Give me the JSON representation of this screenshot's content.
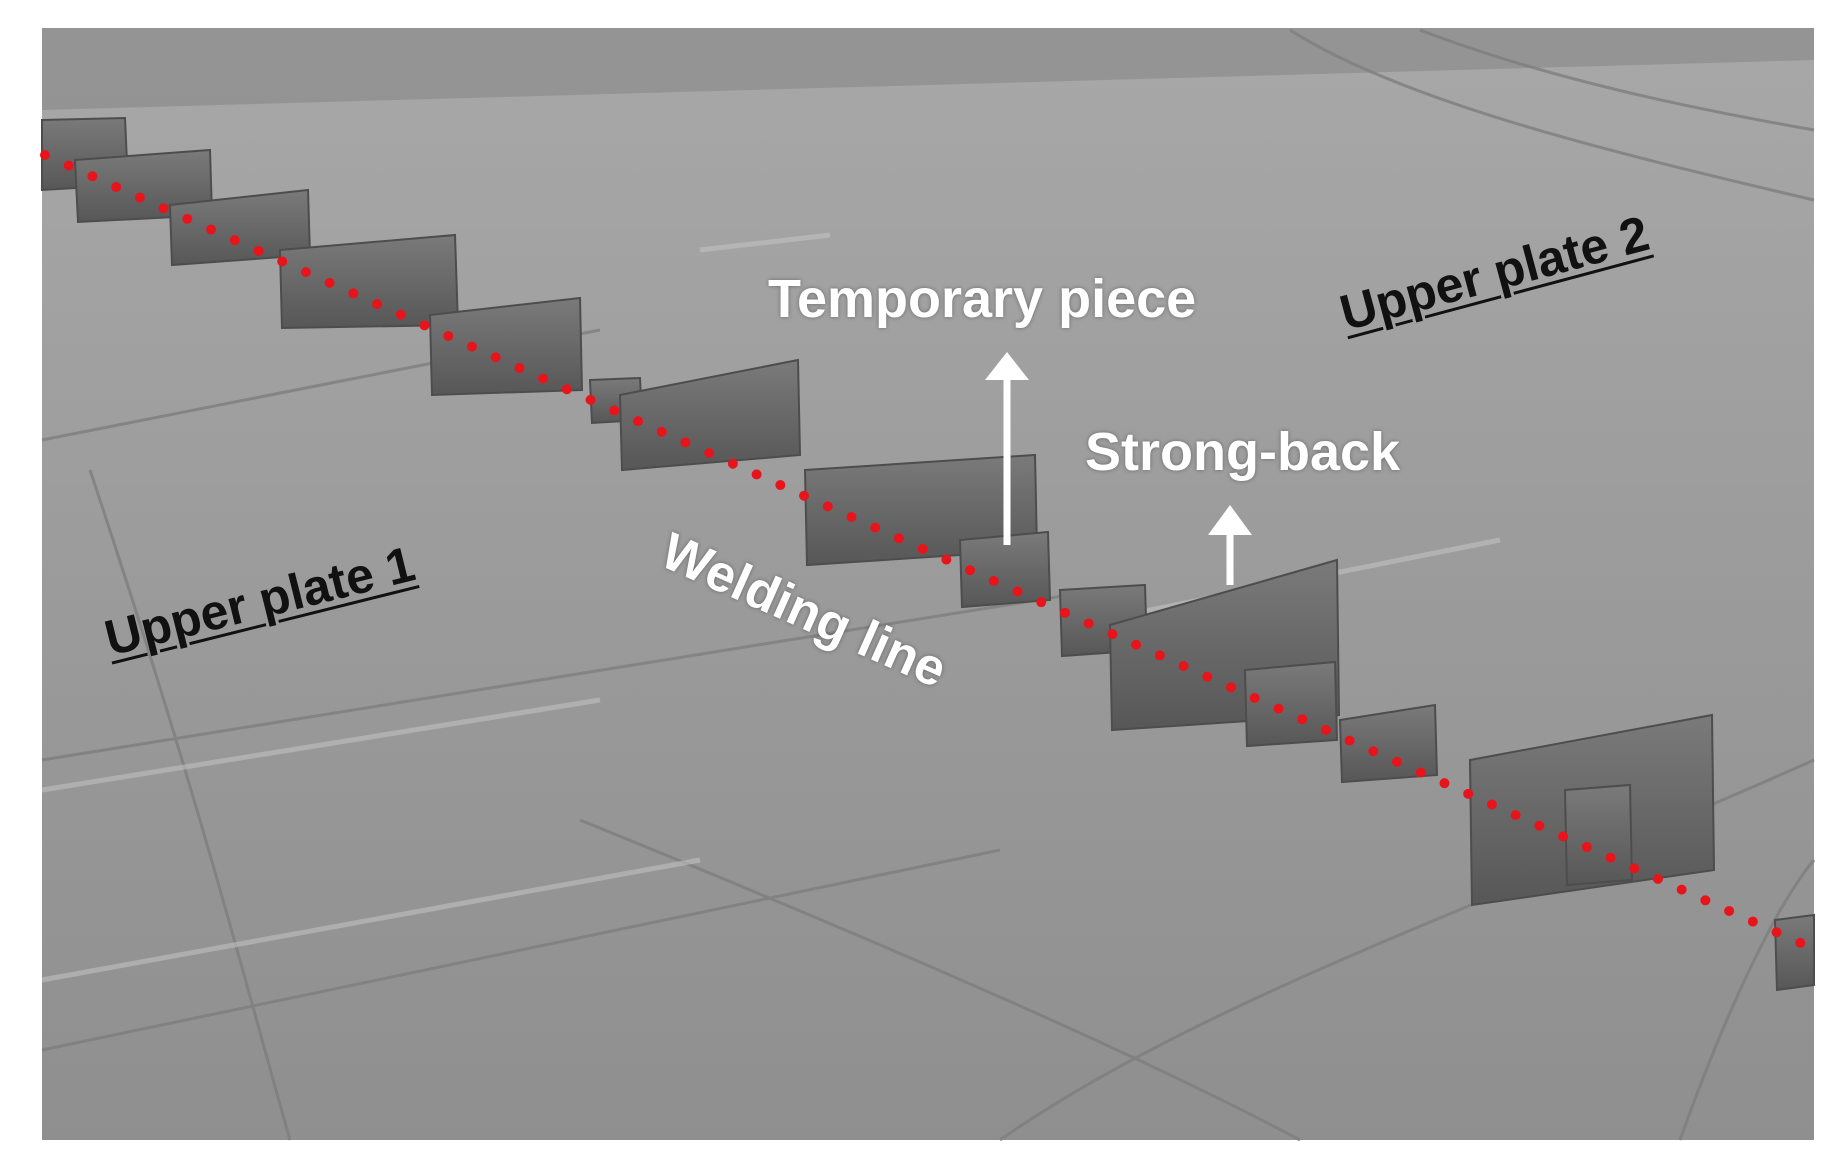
{
  "labels": {
    "upper_plate_1": "Upper plate 1",
    "upper_plate_2": "Upper plate 2",
    "temporary_piece": "Temporary piece",
    "strong_back": "Strong-back",
    "welding_line": "Welding line"
  },
  "colors": {
    "weld_dots": "#e8141c",
    "label_white": "#ffffff",
    "label_black": "#111111",
    "plate_gray": "#9a9a9a"
  }
}
